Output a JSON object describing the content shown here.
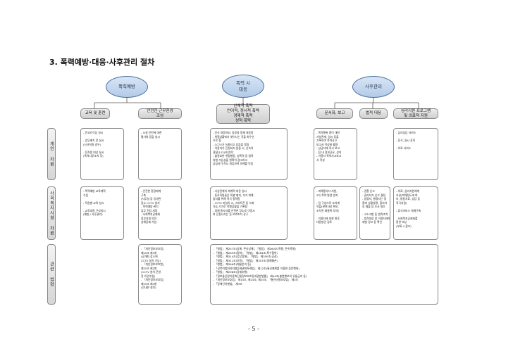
{
  "title": "3. 폭력예방·대응·사후관리 절차",
  "stages": {
    "prevention": "폭력예방",
    "response": [
      "폭력 시",
      "대응"
    ],
    "aftercare": "사후관리"
  },
  "headers": {
    "education": "교육 및 훈련",
    "environment": [
      "안전한 근무환경",
      "조성"
    ],
    "violence_types": [
      "신체적 폭력",
      "언어적, 정서적 폭력",
      "경제적 폭력",
      "성적 폭력"
    ],
    "report": "문서화, 보고",
    "legal": "법적 대응",
    "psych": [
      "심리지원 프로그램",
      "및 의료적 지원"
    ]
  },
  "row_labels": {
    "individual": "개인 차원",
    "agency": "사회복지시설 차원",
    "law": "관련 법령"
  },
  "individual": {
    "education": [
      "- 연1회 이상 실시",
      "",
      "- 업무배치 전 실시",
      "  (신규직원 경우)",
      "",
      "- 전직원 대상 실시",
      "  (폭력사후조치 후)"
    ],
    "environment": [
      "- 시설 안전에 대한",
      "  평가와 점검 실시"
    ],
    "response": [
      "- 신속 대응하되, 동료와 함께 대응함",
      "- 위협상황에서 벗어나는 것을 최우선",
      "  으로 함",
      "- CCTV가 녹화되고 있음을 알림",
      "- 이용자가 진정되지 않을 시, 신속히",
      "  경찰(112)에 연락",
      "- 불필요한 위협행동, 성폭력 등 법적",
      "  처벌 가능성을 명확히 경고하고",
      "  상급자가 즉시 개입하여 피해를 막음"
    ],
    "report": [
      "- 폭력행위 종이 대한",
      "  사실관계, 일시 등을",
      "  기록하여 폭력사고",
      "  보고서 작성에 활용",
      "- 상급자에 즉시 보고",
      "- 팀 내 정보공유, 상의",
      "- 이용자 폭력사고보고",
      "  서 작성"
    ],
    "psych": [
      "- 심리상담 서비스",
      "",
      "- 휴식, 일시 휴직",
      "",
      "- 의료 서비스"
    ]
  },
  "agency": {
    "education": [
      "- 폭력예방 교육계획",
      "  수립",
      "",
      "- 직원별 교육 실시",
      "",
      "- 교육내용 구성실시",
      "  (예방 / 사후관리)"
    ],
    "environment": [
      "- 안전한 환경제계",
      "  구축",
      "  (사무실 등 공개된",
      "  장소 CCTV 설치",
      "- 폭력예방·관리",
      "  업무 전담 지정",
      "- 사회복지공제회",
      "  정부지원 안전",
      "  상해공제 가입"
    ],
    "response": [
      "- 사실관계의 체계적 대응 실시",
      "- 동료직원들은 특별 제지, 추가 피해",
      "  방지를 위해 적극 협력함",
      "- CCTV 미설치 시, 스마트폰 등 녹화",
      "  가능 기기로 폭행상황을 기록함",
      "- 피해 종사자를 안전한 장소로 이동시",
      "  켜 진정시키는 등 보호조치 강구"
    ],
    "report": [
      "- 피해종사자 지원,",
      "  2차 폭력 발생 방지",
      "",
      "- 팀 구성으로 조치계",
      "  약을(관련자료 확보,",
      "  조치된 혜결책 모색)",
      "",
      "- 이용자에 대한 향후",
      "  대응방안 검토"
    ],
    "legal": [
      "- 경찰 신고",
      "- 관리자가 신고 결정",
      "- 법명자, 행정지는 경",
      "  찰에 상황설명, 참지자",
      "  료 제출 등 조사 협조",
      "",
      "- 고소고발 등 법적조치",
      "- 법적대응 전 이용자에게",
      "  재발 경고 등 확인"
    ],
    "psych": [
      "- 의료, 심리지원체계",
      "  조성(피해정도에 따",
      "  라, 병원치료, 상담 등",
      "  적극지원)",
      "",
      "- 휴식서비스 체계구축",
      "",
      "- 사회복지공제회를",
      "  통한 보상",
      "  (부록 4 참조)"
    ]
  },
  "law": {
    "left": [
      "- 「개인정보보호법」",
      "  제25조 제1항",
      "  (공개된 장소에",
      "  CCTV 설치 가능)",
      "- 「개인정보보호법」",
      "  제25조 제2항",
      "  (CCTV 설치 운영",
      "  전 의견수렴)",
      "- 「개인정보보호법」",
      "  제25조 제4항",
      "  (안내판 설치)"
    ],
    "right": [
      "- 「형법」 제257조(상해, 존속상해), 「형법」 제260조(폭행, 존속폭행)",
      "- 「형법」 제283조(협박), 「형법」 제284조(특수협박)",
      "- 「형법」 제314조(업무방해), 「형법」 제350조(공갈)",
      "- 「형법」 제311조(모욕), 「형법」 제307조(명예훼손)",
      "- 「형법」 제366조(재물손괴 등)",
      "- 「성폭력범죄의처벌등에관한특례법」 제12조(통신매체를 이용한 음란행위)",
      "- 「형법」 제298조(강제추행)",
      "- 「정보통신망이용촉진및정보보호등에관한법률」 제44조(불법행보의 유통금지 등)",
      "- 「개인정보보호법」 제15조, 제24조, 제25조, 「통신비밀보호법」 제3조",
      "- 「장애인차별법」 제3조"
    ]
  },
  "page_number": "- 5 -"
}
